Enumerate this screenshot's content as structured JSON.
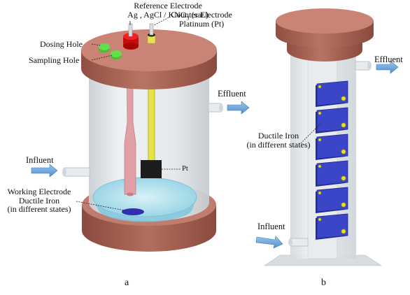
{
  "figure_a": {
    "panel_label": "a",
    "labels": {
      "reference_electrode_line1": "Reference Electrode",
      "reference_electrode_line2": "Ag , AgCl / KNO",
      "reference_electrode_sub": "3",
      "reference_electrode_tail": " (sat.)",
      "counter_electrode_line1": "Counter Electrode",
      "counter_electrode_line2": "Platinum (Pt)",
      "dosing_hole": "Dosing Hole",
      "sampling_hole": "Sampling Hole",
      "effluent": "Effluent",
      "influent": "Influent",
      "pt": "Pt",
      "working_electrode_line1": "Working Electrode",
      "working_electrode_line2": "Ductile Iron",
      "working_electrode_line3": "(in different states)"
    }
  },
  "figure_b": {
    "panel_label": "b",
    "labels": {
      "effluent": "Effluent",
      "influent": "Influent",
      "ductile_iron_line1": "Ductile Iron",
      "ductile_iron_line2": "(in different states)"
    },
    "iron_plate_count": 6
  },
  "colors": {
    "cap_brown": "#b06a58",
    "cap_top": "#c98476",
    "glass": "#dfe4e8",
    "arrow_blue": "#6fa8dc",
    "iron_blue": "#3b45c8",
    "bolt_yellow": "#e8e020",
    "dosing_green": "#55d63a",
    "reference_red": "#e01010",
    "counter_yellow": "#e6e34a"
  }
}
